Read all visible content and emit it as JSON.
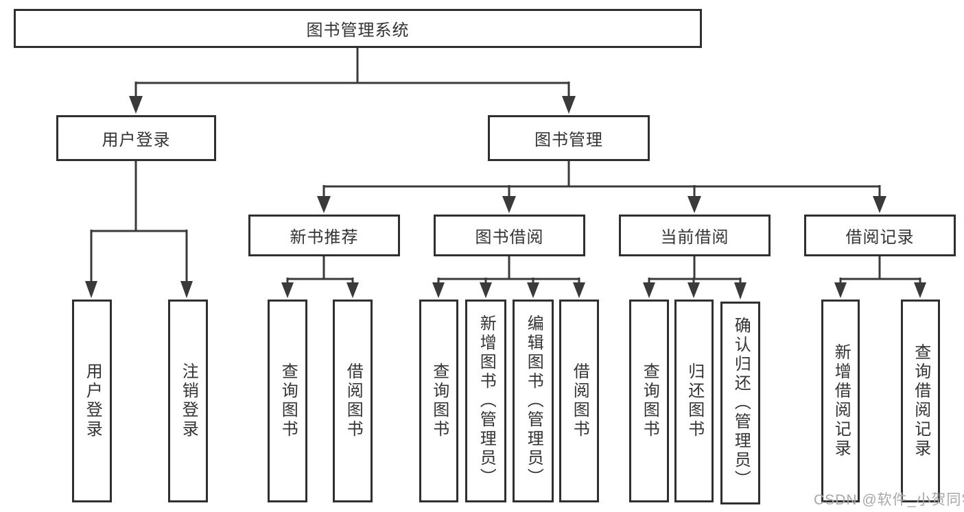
{
  "tree": {
    "root": {
      "label": "图书管理系统",
      "children": [
        {
          "label": "用户登录",
          "children": [
            {
              "label": "用户登录"
            },
            {
              "label": "注销登录"
            }
          ]
        },
        {
          "label": "图书管理",
          "children": [
            {
              "label": "新书推荐",
              "children": [
                {
                  "label": "查询图书"
                },
                {
                  "label": "借阅图书"
                }
              ]
            },
            {
              "label": "图书借阅",
              "children": [
                {
                  "label": "查询图书"
                },
                {
                  "label": "新增图书（管理员）"
                },
                {
                  "label": "编辑图书（管理员）"
                },
                {
                  "label": "借阅图书"
                }
              ]
            },
            {
              "label": "当前借阅",
              "children": [
                {
                  "label": "查询图书"
                },
                {
                  "label": "归还图书"
                },
                {
                  "label": "确认归还（管理员）"
                }
              ]
            },
            {
              "label": "借阅记录",
              "children": [
                {
                  "label": "新增借阅记录"
                },
                {
                  "label": "查询借阅记录"
                }
              ]
            }
          ]
        }
      ]
    }
  },
  "watermark": "CSDN @软件_小贺同学",
  "colors": {
    "line": "#3a3a3a",
    "box_border": "#2f2f2f",
    "text": "#333333",
    "watermark_text": "#a8a8a8",
    "background": "#ffffff"
  }
}
